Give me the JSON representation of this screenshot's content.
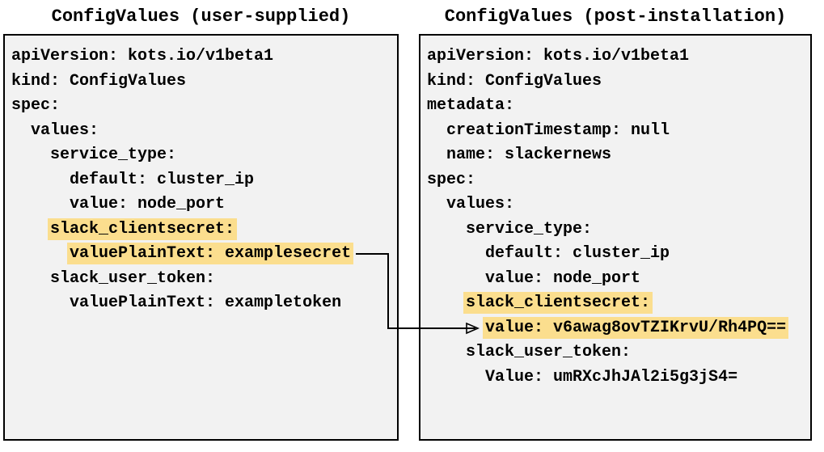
{
  "colors": {
    "panel_bg": "#f2f2f2",
    "panel_border": "#000000",
    "highlight": "#fbde8e",
    "text": "#000000",
    "arrow": "#000000"
  },
  "panels": [
    {
      "title": "ConfigValues (user-supplied)",
      "lines": [
        {
          "indent": 0,
          "text": "apiVersion: kots.io/v1beta1",
          "highlight": false
        },
        {
          "indent": 0,
          "text": "kind: ConfigValues",
          "highlight": false
        },
        {
          "indent": 0,
          "text": "spec:",
          "highlight": false
        },
        {
          "indent": 2,
          "text": "values:",
          "highlight": false
        },
        {
          "indent": 4,
          "text": "service_type:",
          "highlight": false
        },
        {
          "indent": 6,
          "text": "default: cluster_ip",
          "highlight": false
        },
        {
          "indent": 6,
          "text": "value: node_port",
          "highlight": false
        },
        {
          "indent": 4,
          "text": "slack_clientsecret:",
          "highlight": true
        },
        {
          "indent": 6,
          "text": "valuePlainText: examplesecret",
          "highlight": true
        },
        {
          "indent": 4,
          "text": "slack_user_token:",
          "highlight": false
        },
        {
          "indent": 6,
          "text": "valuePlainText: exampletoken",
          "highlight": false
        }
      ]
    },
    {
      "title": "ConfigValues (post-installation)",
      "lines": [
        {
          "indent": 0,
          "text": "apiVersion: kots.io/v1beta1",
          "highlight": false
        },
        {
          "indent": 0,
          "text": "kind: ConfigValues",
          "highlight": false
        },
        {
          "indent": 0,
          "text": "metadata:",
          "highlight": false
        },
        {
          "indent": 2,
          "text": "creationTimestamp: null",
          "highlight": false
        },
        {
          "indent": 2,
          "text": "name: slackernews",
          "highlight": false
        },
        {
          "indent": 0,
          "text": "spec:",
          "highlight": false
        },
        {
          "indent": 2,
          "text": "values:",
          "highlight": false
        },
        {
          "indent": 4,
          "text": "service_type:",
          "highlight": false
        },
        {
          "indent": 6,
          "text": "default: cluster_ip",
          "highlight": false
        },
        {
          "indent": 6,
          "text": "value: node_port",
          "highlight": false
        },
        {
          "indent": 4,
          "text": "slack_clientsecret:",
          "highlight": true
        },
        {
          "indent": 6,
          "text": "value: v6awag8ovTZIKrvU/Rh4PQ==",
          "highlight": true
        },
        {
          "indent": 4,
          "text": "slack_user_token:",
          "highlight": false
        },
        {
          "indent": 6,
          "text": "Value: umRXcJhJAl2i5g3jS4=",
          "highlight": false
        }
      ]
    }
  ],
  "connector": {
    "type": "arrow",
    "from_text": "valuePlainText: examplesecret",
    "to_text": "value: v6awag8ovTZIKrvU/Rh4PQ=="
  }
}
